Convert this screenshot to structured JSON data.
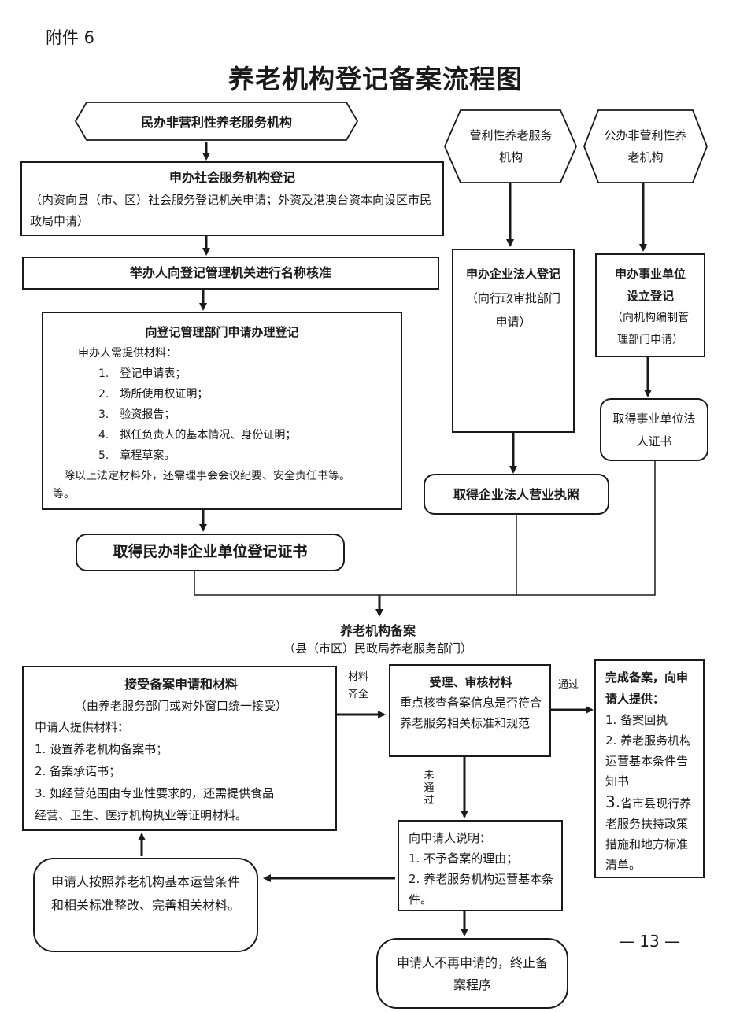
{
  "header": {
    "attachment": "附件 6",
    "title": "养老机构登记备案流程图"
  },
  "page_number": "— 13 —",
  "left_branch": {
    "start": "民办非营利性养老服务机构",
    "apply_title": "申办社会服务机构登记",
    "apply_note": "（内资向县（市、区）社会服务登记机关申请；外资及港澳台资本向设区市民政局申请）",
    "name_check": "举办人向登记管理机关进行名称核准",
    "register": {
      "title": "向登记管理部门申请办理登记",
      "intro": "申办人需提供材料：",
      "items": [
        "1.　登记申请表；",
        "2.　场所使用权证明；",
        "3.　验资报告；",
        "4.　拟任负责人的基本情况、身份证明；",
        "5.　章程草案。"
      ],
      "extra": "除以上法定材料外，还需理事会会议纪要、安全责任书等。",
      "extra2": "等。"
    },
    "certificate": "取得民办非企业单位登记证书"
  },
  "middle_branch": {
    "start": "营利性养老服务机构",
    "apply_title": "申办企业法人登记",
    "apply_note": "（向行政审批部门申请）",
    "license": "取得企业法人营业执照"
  },
  "right_branch": {
    "start": "公办非营利性养老机构",
    "apply_title": "申办事业单位设立登记",
    "apply_note": "（向机构编制管理部门申请）",
    "certificate": "取得事业单位法人证书"
  },
  "filing": {
    "title": "养老机构备案",
    "subtitle": "（县（市区）民政局养老服务部门）"
  },
  "accept": {
    "title": "接受备案申请和材料",
    "note": "（由养老服务部门或对外窗口统一接受）",
    "intro": "申请人提供材料：",
    "items": [
      "1. 设置养老机构备案书；",
      "2. 备案承诺书；",
      "3. 如经营范围由专业性要求的，还需提供食品",
      "经营、卫生、医疗机构执业等证明材料。"
    ]
  },
  "edge_labels": {
    "complete": "材料齐全",
    "pass": "通过",
    "fail": "未通过"
  },
  "review": {
    "title": "受理、审核材料",
    "body": "重点核查备案信息是否符合养老服务相关标准和规范"
  },
  "done": {
    "title": "完成备案，向申请人提供：",
    "items": [
      "1. 备案回执",
      "2. 养老服务机构运营基本条件告知书"
    ],
    "item3_num": "3.",
    "item3_text": "省市县现行养老服务扶持政策措施和地方标准清单。"
  },
  "explain": {
    "intro": "向申请人说明：",
    "items": [
      "1. 不予备案的理由；",
      "2. 养老服务机构运营基本条件。"
    ]
  },
  "rectify": "申请人按照养老机构基本运营条件和相关标准整改、完善相关材料。",
  "terminate": "申请人不再申请的，终止备案程序"
}
